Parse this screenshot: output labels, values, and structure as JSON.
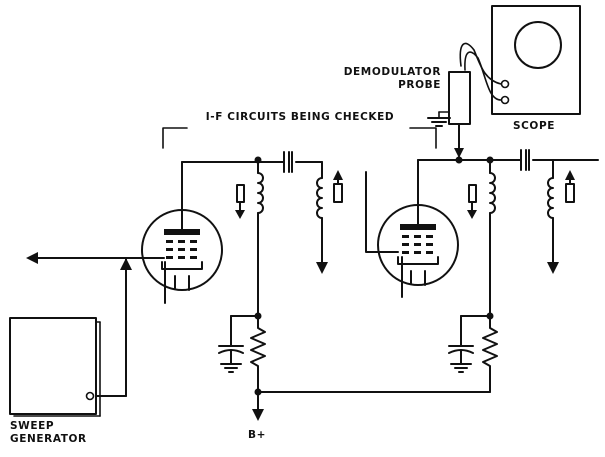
{
  "labels": {
    "demodulator_probe_line1": "DEMODULATOR",
    "demodulator_probe_line2": "PROBE",
    "scope": "SCOPE",
    "if_circuits": "I-F CIRCUITS BEING CHECKED",
    "sweep_generator_line1": "SWEEP",
    "sweep_generator_line2": "GENERATOR",
    "b_plus": "B+"
  }
}
